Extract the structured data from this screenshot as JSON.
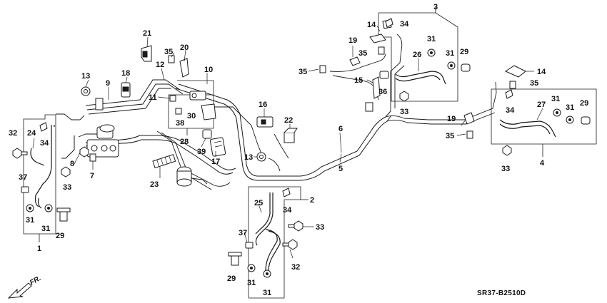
{
  "callouts": [
    {
      "id": "c1",
      "label": "1"
    },
    {
      "id": "c2",
      "label": "2"
    },
    {
      "id": "c3",
      "label": "3"
    },
    {
      "id": "c4",
      "label": "4"
    },
    {
      "id": "c5",
      "label": "5"
    },
    {
      "id": "c6",
      "label": "6"
    },
    {
      "id": "c7",
      "label": "7"
    },
    {
      "id": "c8",
      "label": "8"
    },
    {
      "id": "c9",
      "label": "9"
    },
    {
      "id": "c10",
      "label": "10"
    },
    {
      "id": "c11",
      "label": "11"
    },
    {
      "id": "c12",
      "label": "12"
    },
    {
      "id": "c13a",
      "label": "13"
    },
    {
      "id": "c13b",
      "label": "13"
    },
    {
      "id": "c14a",
      "label": "14"
    },
    {
      "id": "c14b",
      "label": "14"
    },
    {
      "id": "c15",
      "label": "15"
    },
    {
      "id": "c16",
      "label": "16"
    },
    {
      "id": "c17",
      "label": "17"
    },
    {
      "id": "c18",
      "label": "18"
    },
    {
      "id": "c19a",
      "label": "19"
    },
    {
      "id": "c19b",
      "label": "19"
    },
    {
      "id": "c20",
      "label": "20"
    },
    {
      "id": "c21",
      "label": "21"
    },
    {
      "id": "c22",
      "label": "22"
    },
    {
      "id": "c23",
      "label": "23"
    },
    {
      "id": "c24",
      "label": "24"
    },
    {
      "id": "c25",
      "label": "25"
    },
    {
      "id": "c26",
      "label": "26"
    },
    {
      "id": "c27",
      "label": "27"
    },
    {
      "id": "c28",
      "label": "28"
    },
    {
      "id": "c29a",
      "label": "29"
    },
    {
      "id": "c29b",
      "label": "29"
    },
    {
      "id": "c29c",
      "label": "29"
    },
    {
      "id": "c29d",
      "label": "29"
    },
    {
      "id": "c30",
      "label": "30"
    },
    {
      "id": "c31a",
      "label": "31"
    },
    {
      "id": "c31b",
      "label": "31"
    },
    {
      "id": "c31c",
      "label": "31"
    },
    {
      "id": "c31d",
      "label": "31"
    },
    {
      "id": "c31e",
      "label": "31"
    },
    {
      "id": "c31f",
      "label": "31"
    },
    {
      "id": "c31g",
      "label": "31"
    },
    {
      "id": "c31h",
      "label": "31"
    },
    {
      "id": "c32a",
      "label": "32"
    },
    {
      "id": "c32b",
      "label": "32"
    },
    {
      "id": "c33a",
      "label": "33"
    },
    {
      "id": "c33b",
      "label": "33"
    },
    {
      "id": "c33c",
      "label": "33"
    },
    {
      "id": "c33d",
      "label": "33"
    },
    {
      "id": "c34a",
      "label": "34"
    },
    {
      "id": "c34b",
      "label": "34"
    },
    {
      "id": "c34c",
      "label": "34"
    },
    {
      "id": "c34d",
      "label": "34"
    },
    {
      "id": "c35a",
      "label": "35"
    },
    {
      "id": "c35b",
      "label": "35"
    },
    {
      "id": "c35c",
      "label": "35"
    },
    {
      "id": "c35d",
      "label": "35"
    },
    {
      "id": "c35e",
      "label": "35"
    },
    {
      "id": "c36",
      "label": "36"
    },
    {
      "id": "c37a",
      "label": "37"
    },
    {
      "id": "c37b",
      "label": "37"
    },
    {
      "id": "c38",
      "label": "38"
    },
    {
      "id": "c39",
      "label": "39"
    }
  ],
  "diagram_code": "SR37-B2510D",
  "direction_label": "FR."
}
